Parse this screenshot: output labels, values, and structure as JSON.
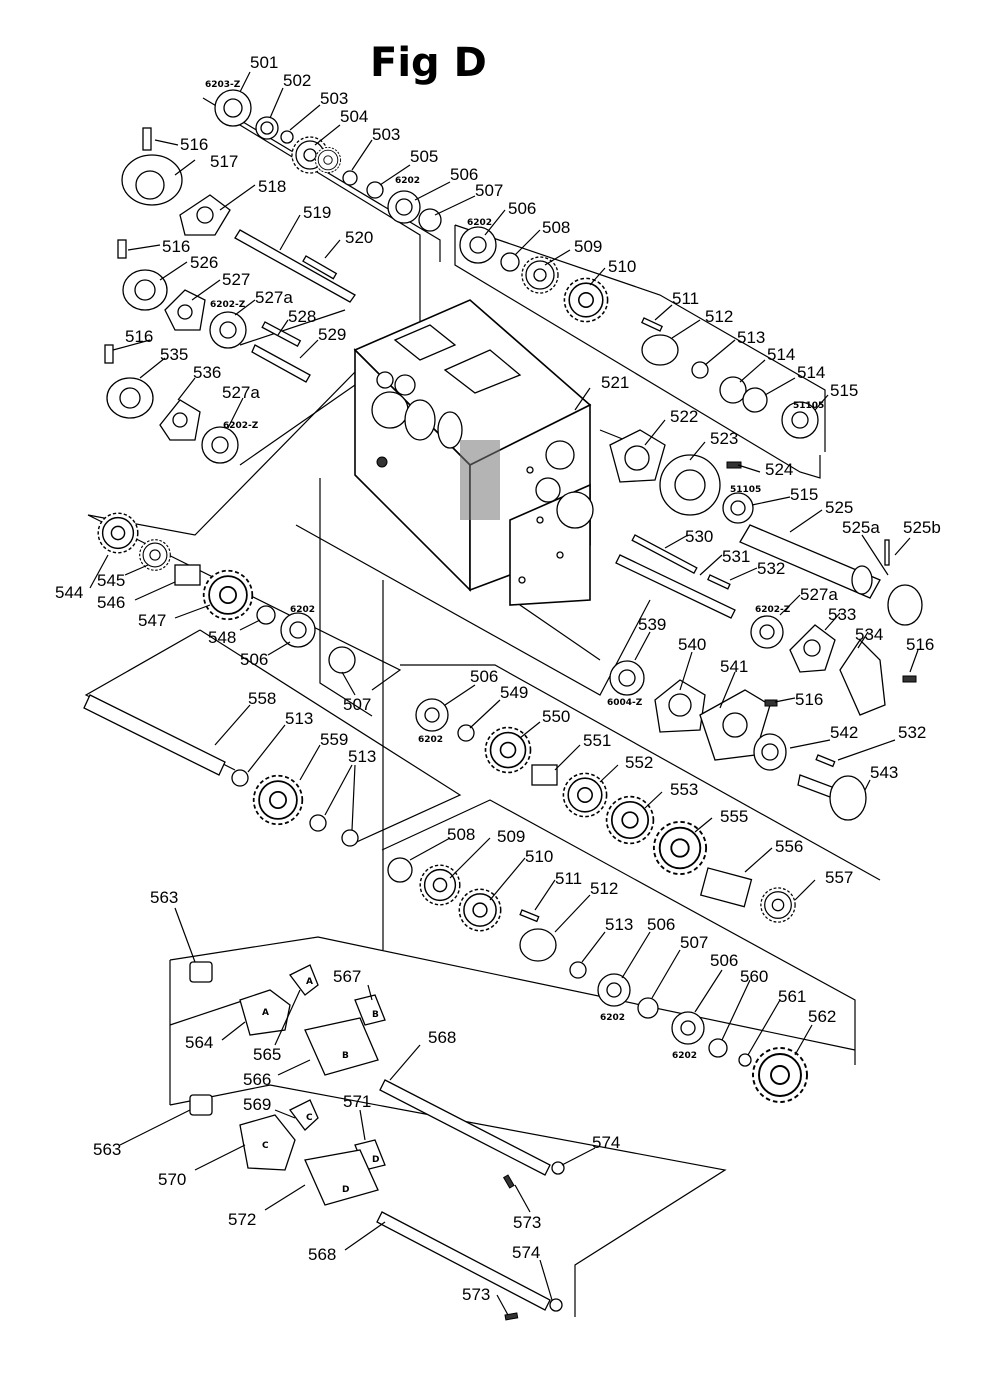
{
  "title": "Fig D",
  "callouts": {
    "c501": "501",
    "c502": "502",
    "c503a": "503",
    "c504": "504",
    "c503b": "503",
    "c505": "505",
    "c506a": "506",
    "c507a": "507",
    "c516a": "516",
    "c517": "517",
    "c518": "518",
    "c519": "519",
    "c520": "520",
    "c506b": "506",
    "c508a": "508",
    "c509a": "509",
    "c510a": "510",
    "c516b": "516",
    "c526": "526",
    "c527": "527",
    "c527a_1": "527a",
    "c528": "528",
    "c529": "529",
    "c511a": "511",
    "c512a": "512",
    "c513a": "513",
    "c514a": "514",
    "c514b": "514",
    "c515a": "515",
    "c516c": "516",
    "c535": "535",
    "c536": "536",
    "c527a_2": "527a",
    "c521": "521",
    "c522": "522",
    "c523": "523",
    "c524": "524",
    "c515b": "515",
    "c525": "525",
    "c525a": "525a",
    "c525b": "525b",
    "c544": "544",
    "c545": "545",
    "c546": "546",
    "c547": "547",
    "c548": "548",
    "c506c": "506",
    "c507b": "507",
    "c530": "530",
    "c531": "531",
    "c532a": "532",
    "c527a_3": "527a",
    "c533": "533",
    "c534": "534",
    "c516d": "516",
    "c539": "539",
    "c540": "540",
    "c541": "541",
    "c516e": "516",
    "c542": "542",
    "c532b": "532",
    "c543": "543",
    "c558": "558",
    "c513b": "513",
    "c559": "559",
    "c513c": "513",
    "c506d": "506",
    "c549": "549",
    "c550": "550",
    "c551": "551",
    "c552": "552",
    "c553": "553",
    "c555": "555",
    "c556": "556",
    "c557": "557",
    "c508b": "508",
    "c509b": "509",
    "c510b": "510",
    "c511b": "511",
    "c512b": "512",
    "c513d": "513",
    "c506e": "506",
    "c507c": "507",
    "c506f": "506",
    "c560": "560",
    "c561": "561",
    "c562": "562",
    "c563a": "563",
    "c564": "564",
    "c565": "565",
    "c566": "566",
    "c567": "567",
    "c568a": "568",
    "c569": "569",
    "c571": "571",
    "c563b": "563",
    "c570": "570",
    "c572": "572",
    "c574a": "574",
    "c573a": "573",
    "c568b": "568",
    "c574b": "574",
    "c573b": "573"
  },
  "bearing_marks": {
    "b6203z": "6203-Z",
    "b6202a": "6202",
    "b6202b": "6202",
    "b6202z_a": "6202-Z",
    "b6202z_b": "6202-Z",
    "b51105a": "51105",
    "b51105b": "51105",
    "b6202c": "6202",
    "b6202z_c": "6202-Z",
    "b6004z": "6004-Z",
    "b6202d": "6202",
    "b6202e": "6202",
    "b6202f": "6202"
  },
  "block_letters": {
    "a1": "A",
    "a2": "A",
    "b1": "B",
    "b2": "B",
    "c1": "C",
    "c2": "C",
    "d1": "D",
    "d2": "D"
  }
}
